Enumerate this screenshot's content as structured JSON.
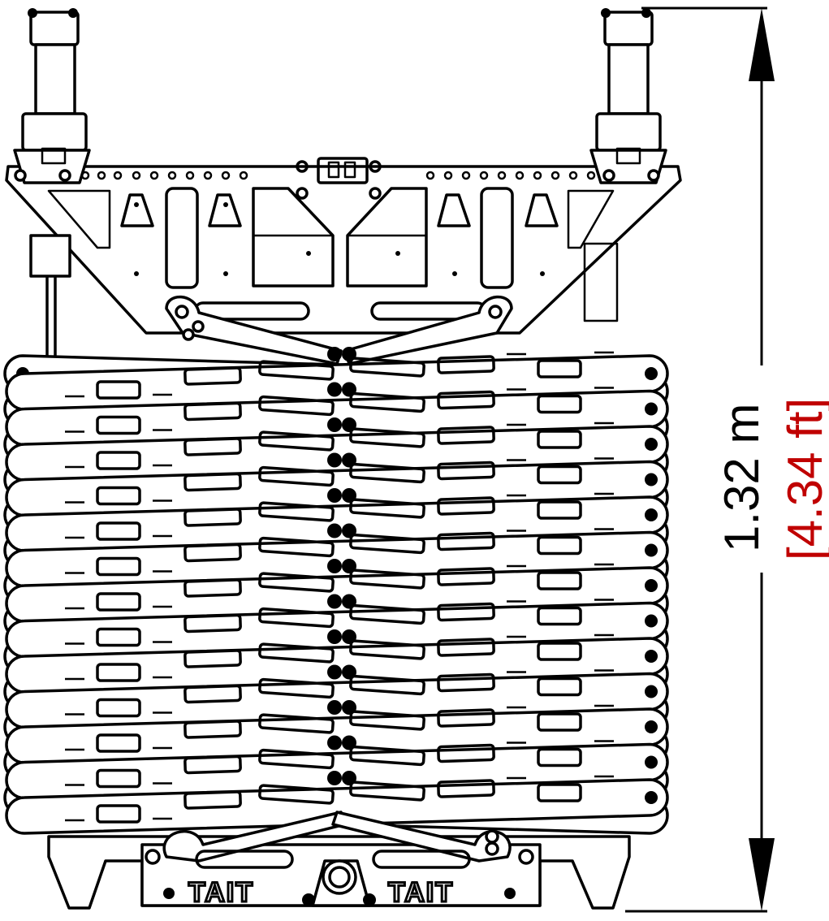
{
  "dimension": {
    "metric": "1.32 m",
    "imperial": "[4.34 ft]",
    "metric_color": "#000000",
    "imperial_color": "#c00000"
  },
  "branding": {
    "left_logo": "TAIT",
    "right_logo": "TAIT"
  },
  "drawing": {
    "subject": "collapsed scissor lift mechanism, side elevation",
    "stacked_arm_count": 13,
    "line_color": "#000000",
    "background": "#ffffff"
  }
}
